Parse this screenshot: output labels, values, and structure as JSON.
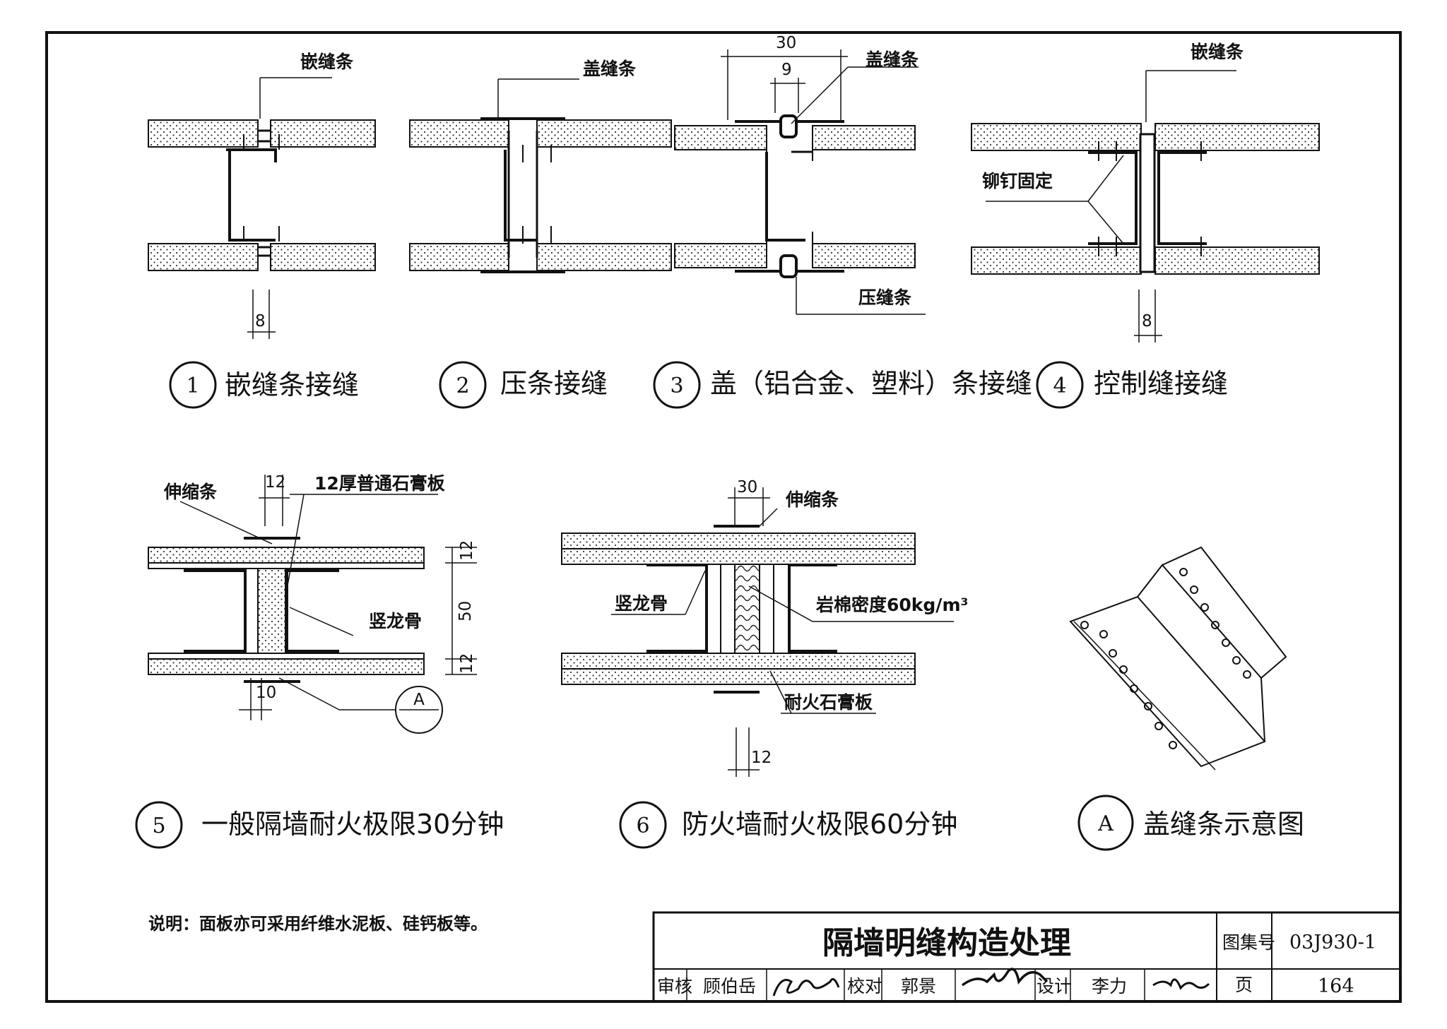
{
  "drawing": {
    "title": "隔墙明缝构造处理",
    "atlas_label": "图集号",
    "atlas_no": "03J930-1",
    "page_label": "页",
    "page_no": "164",
    "note": "说明：面板亦可采用纤维水泥板、硅钙板等。"
  },
  "signoff": {
    "review_label": "审核",
    "review_name": "顾伯岳",
    "check_label": "校对",
    "check_name": "郭景",
    "design_label": "设计",
    "design_name": "李力"
  },
  "details": [
    {
      "number": "1",
      "caption": "嵌缝条接缝",
      "labels": [
        "嵌缝条"
      ],
      "dims": [
        "8"
      ]
    },
    {
      "number": "2",
      "caption": "压条接缝",
      "labels": [
        "盖缝条"
      ],
      "dims": []
    },
    {
      "number": "3",
      "caption": "盖（铝合金、塑料）条接缝",
      "labels": [
        "盖缝条",
        "压缝条"
      ],
      "dims": [
        "30",
        "9"
      ]
    },
    {
      "number": "4",
      "caption": "控制缝接缝",
      "labels": [
        "嵌缝条",
        "铆钉固定"
      ],
      "dims": [
        "8"
      ]
    },
    {
      "number": "5",
      "caption": "一般隔墙耐火极限30分钟",
      "labels": [
        "伸缩条",
        "12厚普通石膏板",
        "竖龙骨"
      ],
      "dims": [
        "12",
        "12",
        "50",
        "12",
        "10"
      ],
      "ref": "A"
    },
    {
      "number": "6",
      "caption": "防火墙耐火极限60分钟",
      "labels": [
        "伸缩条",
        "竖龙骨",
        "岩棉密度60kg/m³",
        "耐火石膏板"
      ],
      "dims": [
        "30",
        "12"
      ]
    },
    {
      "number": "A",
      "caption": "盖缝条示意图",
      "labels": [],
      "dims": []
    }
  ]
}
